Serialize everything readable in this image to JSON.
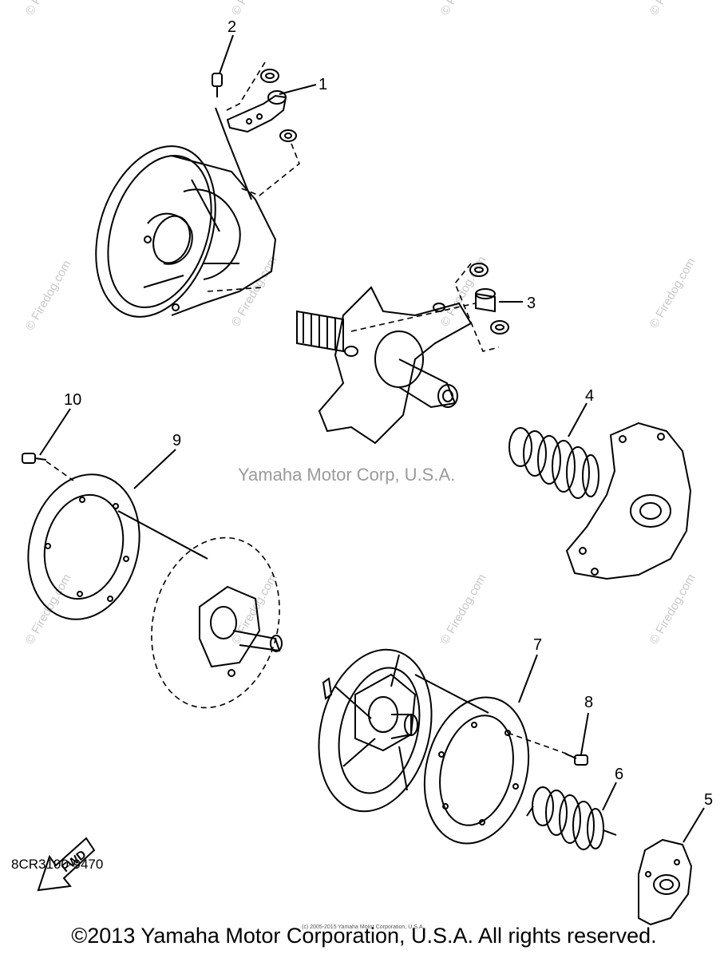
{
  "callouts": {
    "c1": "1",
    "c2": "2",
    "c3": "3",
    "c4": "4",
    "c5": "5",
    "c6": "6",
    "c7": "7",
    "c8": "8",
    "c9": "9",
    "c10": "10"
  },
  "watermark": {
    "firedog": "© Firedog.com",
    "center": "Yamaha Motor Corp, U.S.A."
  },
  "fwd_label": "FWD",
  "part_code": "8CR3100-9470",
  "copyright": "©2013 Yamaha Motor Corporation, U.S.A. All rights reserved.",
  "tiny_notice": "(c) 2005-2015 Yamaha Motor Corporation, U.S.A.",
  "colors": {
    "line": "#000000",
    "watermark": "#c8c8c8"
  }
}
